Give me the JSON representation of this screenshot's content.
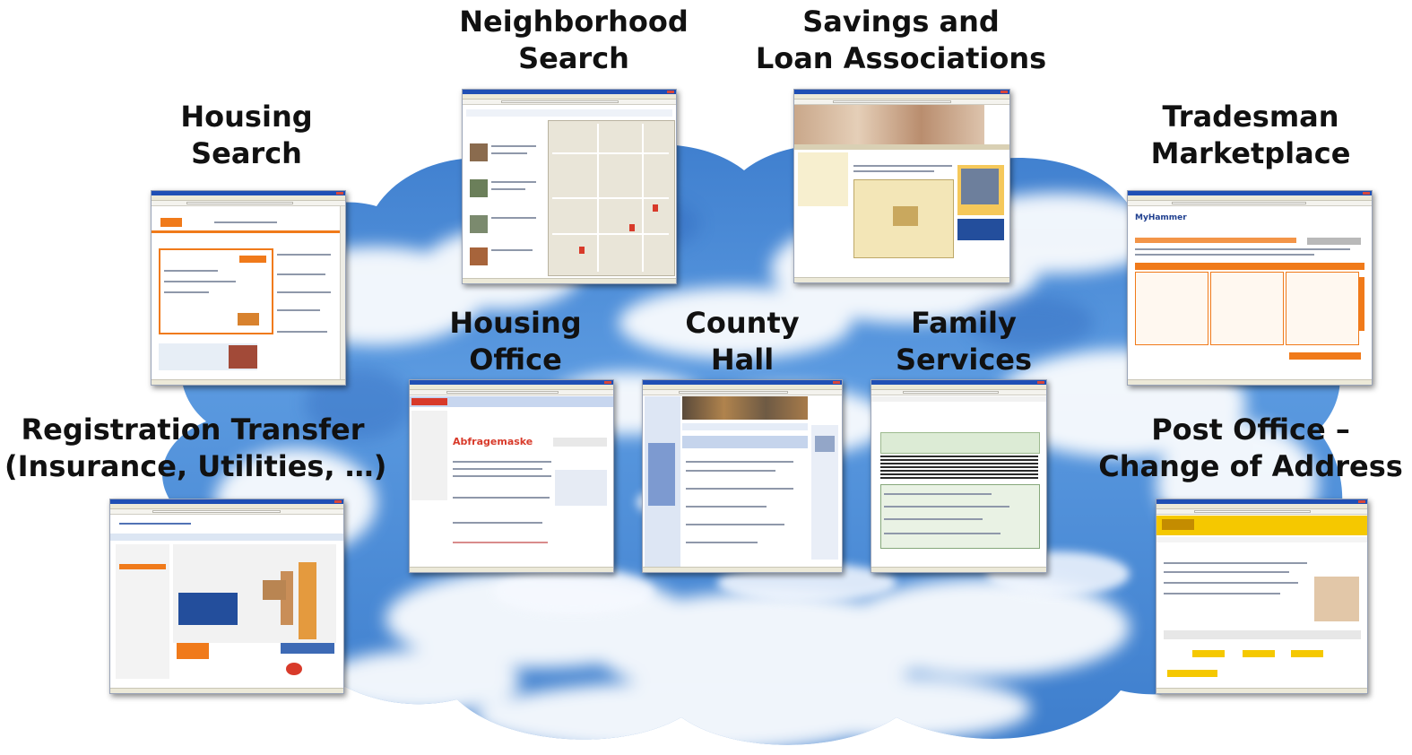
{
  "diagram": {
    "services": [
      {
        "id": "neighborhood-search",
        "lines": [
          "Neighborhood",
          "Search"
        ]
      },
      {
        "id": "savings-loan",
        "lines": [
          "Savings and",
          "Loan Associations"
        ]
      },
      {
        "id": "housing-search",
        "lines": [
          "Housing",
          "Search"
        ]
      },
      {
        "id": "tradesman-marketplace",
        "lines": [
          "Tradesman",
          "Marketplace"
        ]
      },
      {
        "id": "housing-office",
        "lines": [
          "Housing",
          "Office"
        ]
      },
      {
        "id": "county-hall",
        "lines": [
          "County",
          "Hall"
        ]
      },
      {
        "id": "family-services",
        "lines": [
          "Family",
          "Services"
        ]
      },
      {
        "id": "registration-transfer",
        "lines": [
          "Registration Transfer",
          "(Insurance, Utilities, …)"
        ]
      },
      {
        "id": "post-office",
        "lines": [
          "Post Office –",
          "Change of Address"
        ]
      }
    ],
    "screenshot_logos": {
      "tradesman": "MyHammer",
      "housing_office": "Abfragemaske"
    },
    "colors": {
      "sky": "#4f8fd6",
      "sky_light": "#9cc4ee",
      "cloud": "#ffffff",
      "window_title": "#1f4fb5",
      "orange_accent": "#f07a1a",
      "yellow_accent": "#f5c800",
      "red_accent": "#d83a2a"
    }
  }
}
